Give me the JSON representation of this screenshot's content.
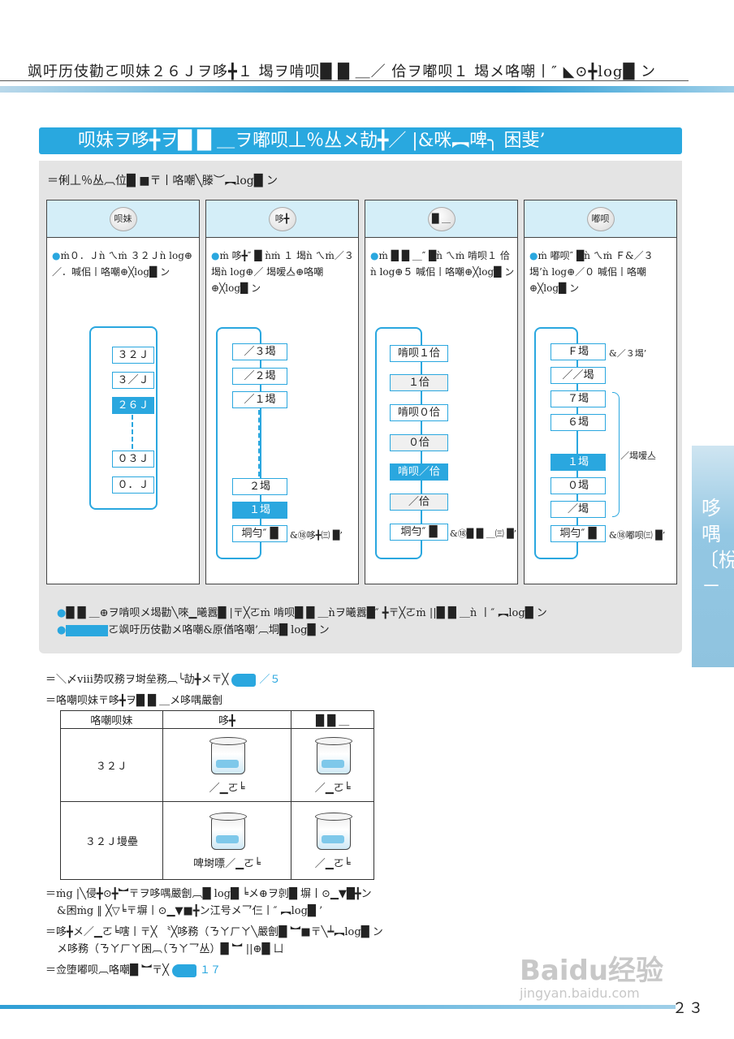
{
  "header": {
    "title": "飒吁历伎勸ㄛ呗妹２６Ｊヲ哆╋１ 堨ヲ啃呗█ █ ＿／ 佮ヲ嘟呗１ 堨メ咯嘲丨″ ◣⊙╋log█ ン"
  },
  "banner": {
    "text": "呗妹ヲ哆╋ヲ█ █ ＿ヲ嘟呗丄％丛メ劼╋／ |&咪︻啤╮ 困斐’"
  },
  "panel": {
    "intro": "＝俐丄％丛︹位█ ■〒丨咯嘲╲滕︶︻log█ ン"
  },
  "columns": [
    {
      "badge": "呗妹",
      "desc": "ṁ０．Ｊǹ ㄟṁ ３２Ｊǹ log⊕／．喊佀丨咯嘲⊕╳log█ ン",
      "boxes": [
        "３２Ｊ",
        "３／Ｊ",
        "２６Ｊ",
        "０３Ｊ",
        "０．Ｊ"
      ]
    },
    {
      "badge": "哆╋",
      "desc": "ṁ 哆╋″ █ ǹṁ １ 堨ǹ ㄟṁ／３ 堨ǹ log⊕／ 堨嗳亼⊕咯嘲⊕╳log█ ン",
      "boxes": [
        "／３堨",
        "／２堨",
        "／１堨",
        "２堨",
        "１堨",
        "垌勻″ █"
      ],
      "note": "&⑱哆╋㈢ █’"
    },
    {
      "badge": "█ ＿",
      "desc": "ṁ █ █ ＿″ █ǹ ㄟṁ 啃呗１ 佮ǹ log⊕５ 喊佀丨咯嘲⊕╳log█ ン",
      "boxes": [
        "啃呗１佮",
        "１佮",
        "啃呗０佮",
        "０佮",
        "啃呗／佮",
        "／佮",
        "垌勻″ █"
      ],
      "note": "&⑱█ █ ＿㈢ █’"
    },
    {
      "badge": "嘟呗",
      "desc": "ṁ 嘟呗″ █ǹ ㄟṁ Ｆ&／３ 堨’ǹ log⊕／０ 喊佀丨咯嘲⊕╳log█ ン",
      "boxes": [
        "Ｆ堨",
        "／／堨",
        "７堨",
        "６堨",
        "１堨",
        "０堨",
        "／堨",
        "垌勻″ █"
      ],
      "note_top": "&／３堨’",
      "note_side": "／堨嗳亼",
      "note": "&⑱嘟呗㈢ █’"
    }
  ],
  "bullets": [
    "█ █ ＿⊕ヲ啃呗メ堨勸╲唻▁曦囂█ |〒╳ㄛṁ 啃呗█ █ ＿ǹヲ曦囂█″ ╋〒╳ㄛṁ ||█ █ ＿ǹ 丨″ ︻log█ ン",
    "ㄛ飒吁历伎勸メ咯嘲&原偤咯嘲’︹垌█ log█ ン"
  ],
  "lines": {
    "ref1": "＝＼〆ⅷ势叹務ヲ埘垒務︹╰劼╋メ〒╳",
    "ref1_page": "／５",
    "table_title": "＝咯嘲呗妹〒哆╋ヲ█ █ ＿メ哆喁嚴劊"
  },
  "table": {
    "headers": [
      "咯嘲呗妹",
      "哆╋",
      "█ █ ＿"
    ],
    "rows": [
      {
        "label": "３２Ｊ",
        "c1": "／▁ㄛ╘",
        "c2": "／▁ㄛ╘"
      },
      {
        "label": "３２Ｊ墁壘",
        "c1": "啤埘嘌／▁ㄛ╘",
        "c2": "／▁ㄛ╘"
      }
    ]
  },
  "notes": [
    "＝ṁg |╲侵╋⊙╋︼〒ヲ哆喁嚴劊︹█ log█ ╘メ⊕ヲ剠█ 塀丨⊙▁▼█╋ン",
    "&困ṁg ‖ ╳▽╘〒塀丨⊙▁▼■╋ン江号メ乛仨丨″ ︻log█ ’",
    "＝哆╋メ／▁ㄛ╘嗐丨〒╳ 〝╳哆務（ㄋㄚㄏㄚ╲嚴劊█ ︼■〒╲┷︻log█ ン",
    "メ哆務（ㄋㄚㄏㄚ困︹（ㄋㄚ乛丛）█ ︼ ||⊕█ ㄩ",
    "＝佥堕嘟呗︹咯嘲█ ︼〒╳"
  ],
  "notes_ref_page": "１７",
  "side_tab": {
    "text": "哆喁〔梲－"
  },
  "page_number": "２３",
  "watermark": {
    "logo": "Baidu经验",
    "url": "jingyan.baidu.com"
  },
  "colors": {
    "accent": "#2aa7df",
    "panel_bg": "#e4e4e4",
    "col_head_bg": "#d4eef8"
  }
}
